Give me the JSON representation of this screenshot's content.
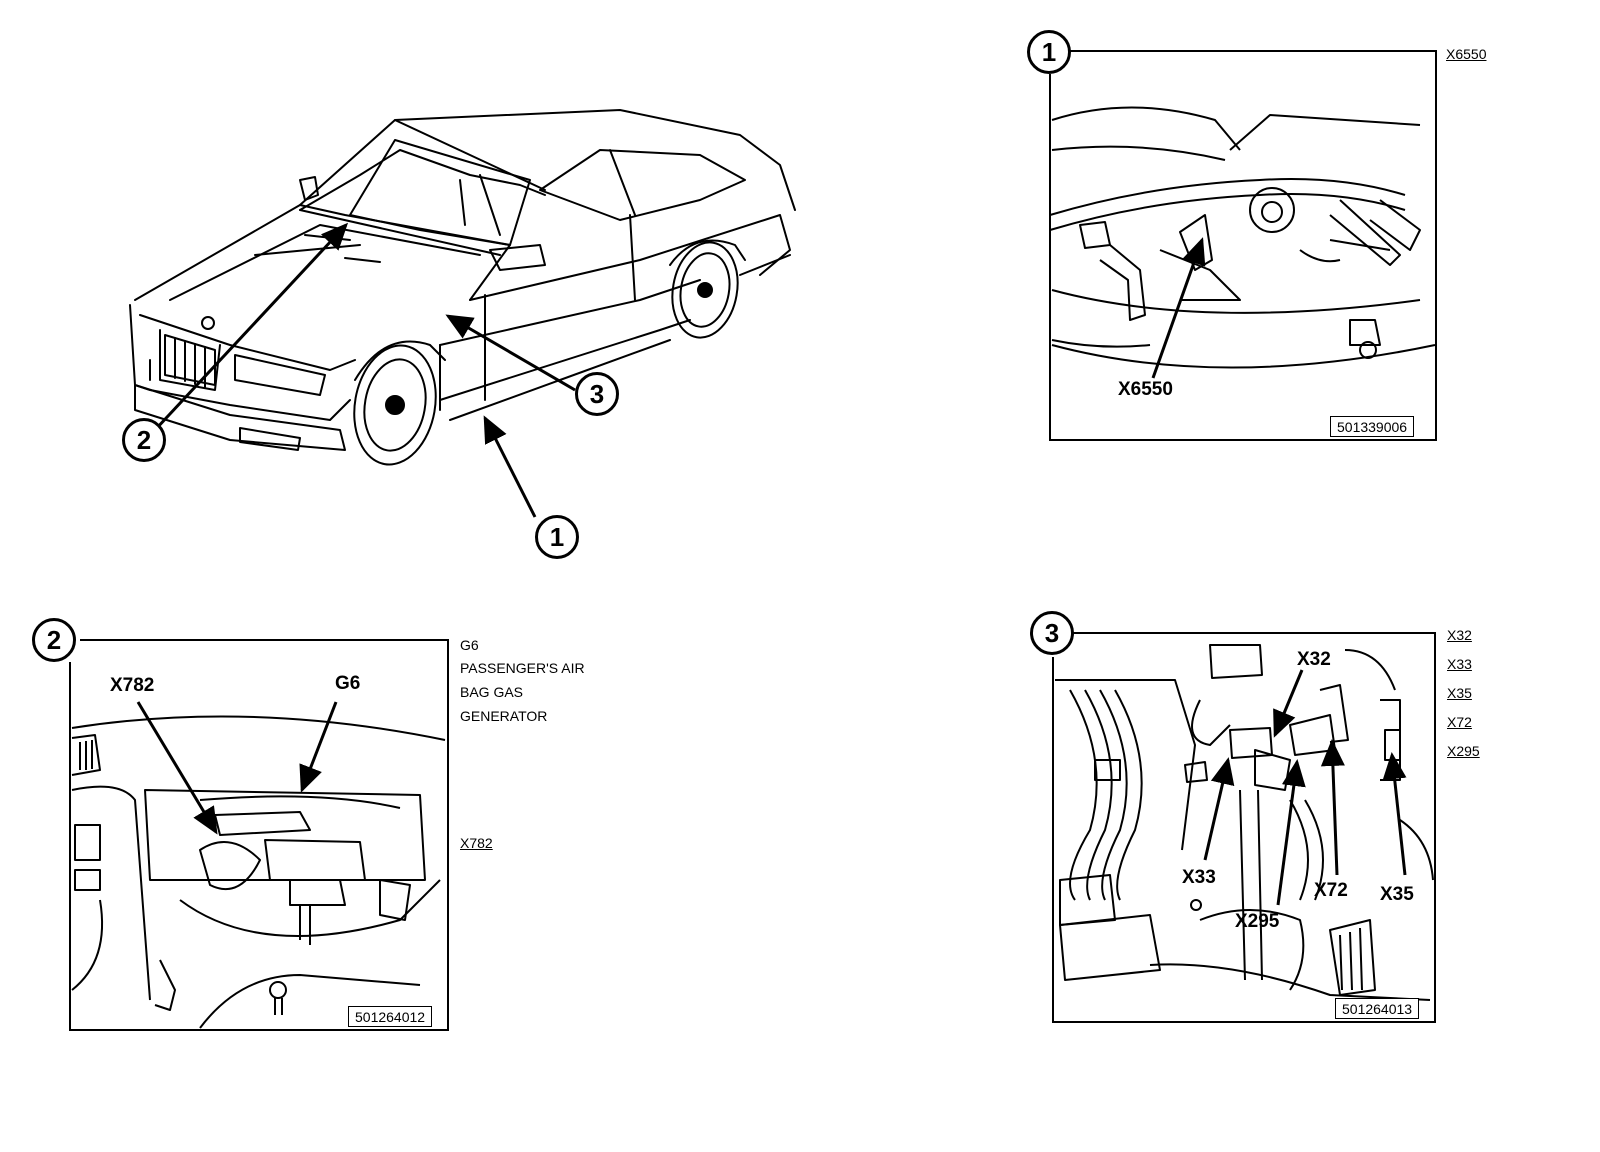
{
  "car_view": {
    "callouts": [
      "1",
      "2",
      "3"
    ]
  },
  "detail_1": {
    "number": "1",
    "side_label": "X6550",
    "labels": {
      "x6550": "X6550"
    },
    "figure_number": "501339006"
  },
  "detail_2": {
    "number": "2",
    "labels": {
      "x782": "X782",
      "g6": "G6"
    },
    "side_labels": {
      "g6": "G6",
      "x782": "X782"
    },
    "description": [
      "PASSENGER'S AIR",
      "BAG GAS",
      "GENERATOR"
    ],
    "figure_number": "501264012"
  },
  "detail_3": {
    "number": "3",
    "side_labels": [
      "X32",
      "X33",
      "X35",
      "X72",
      "X295"
    ],
    "labels": {
      "x32": "X32",
      "x33": "X33",
      "x295": "X295",
      "x72": "X72",
      "x35": "X35"
    },
    "figure_number": "501264013"
  }
}
